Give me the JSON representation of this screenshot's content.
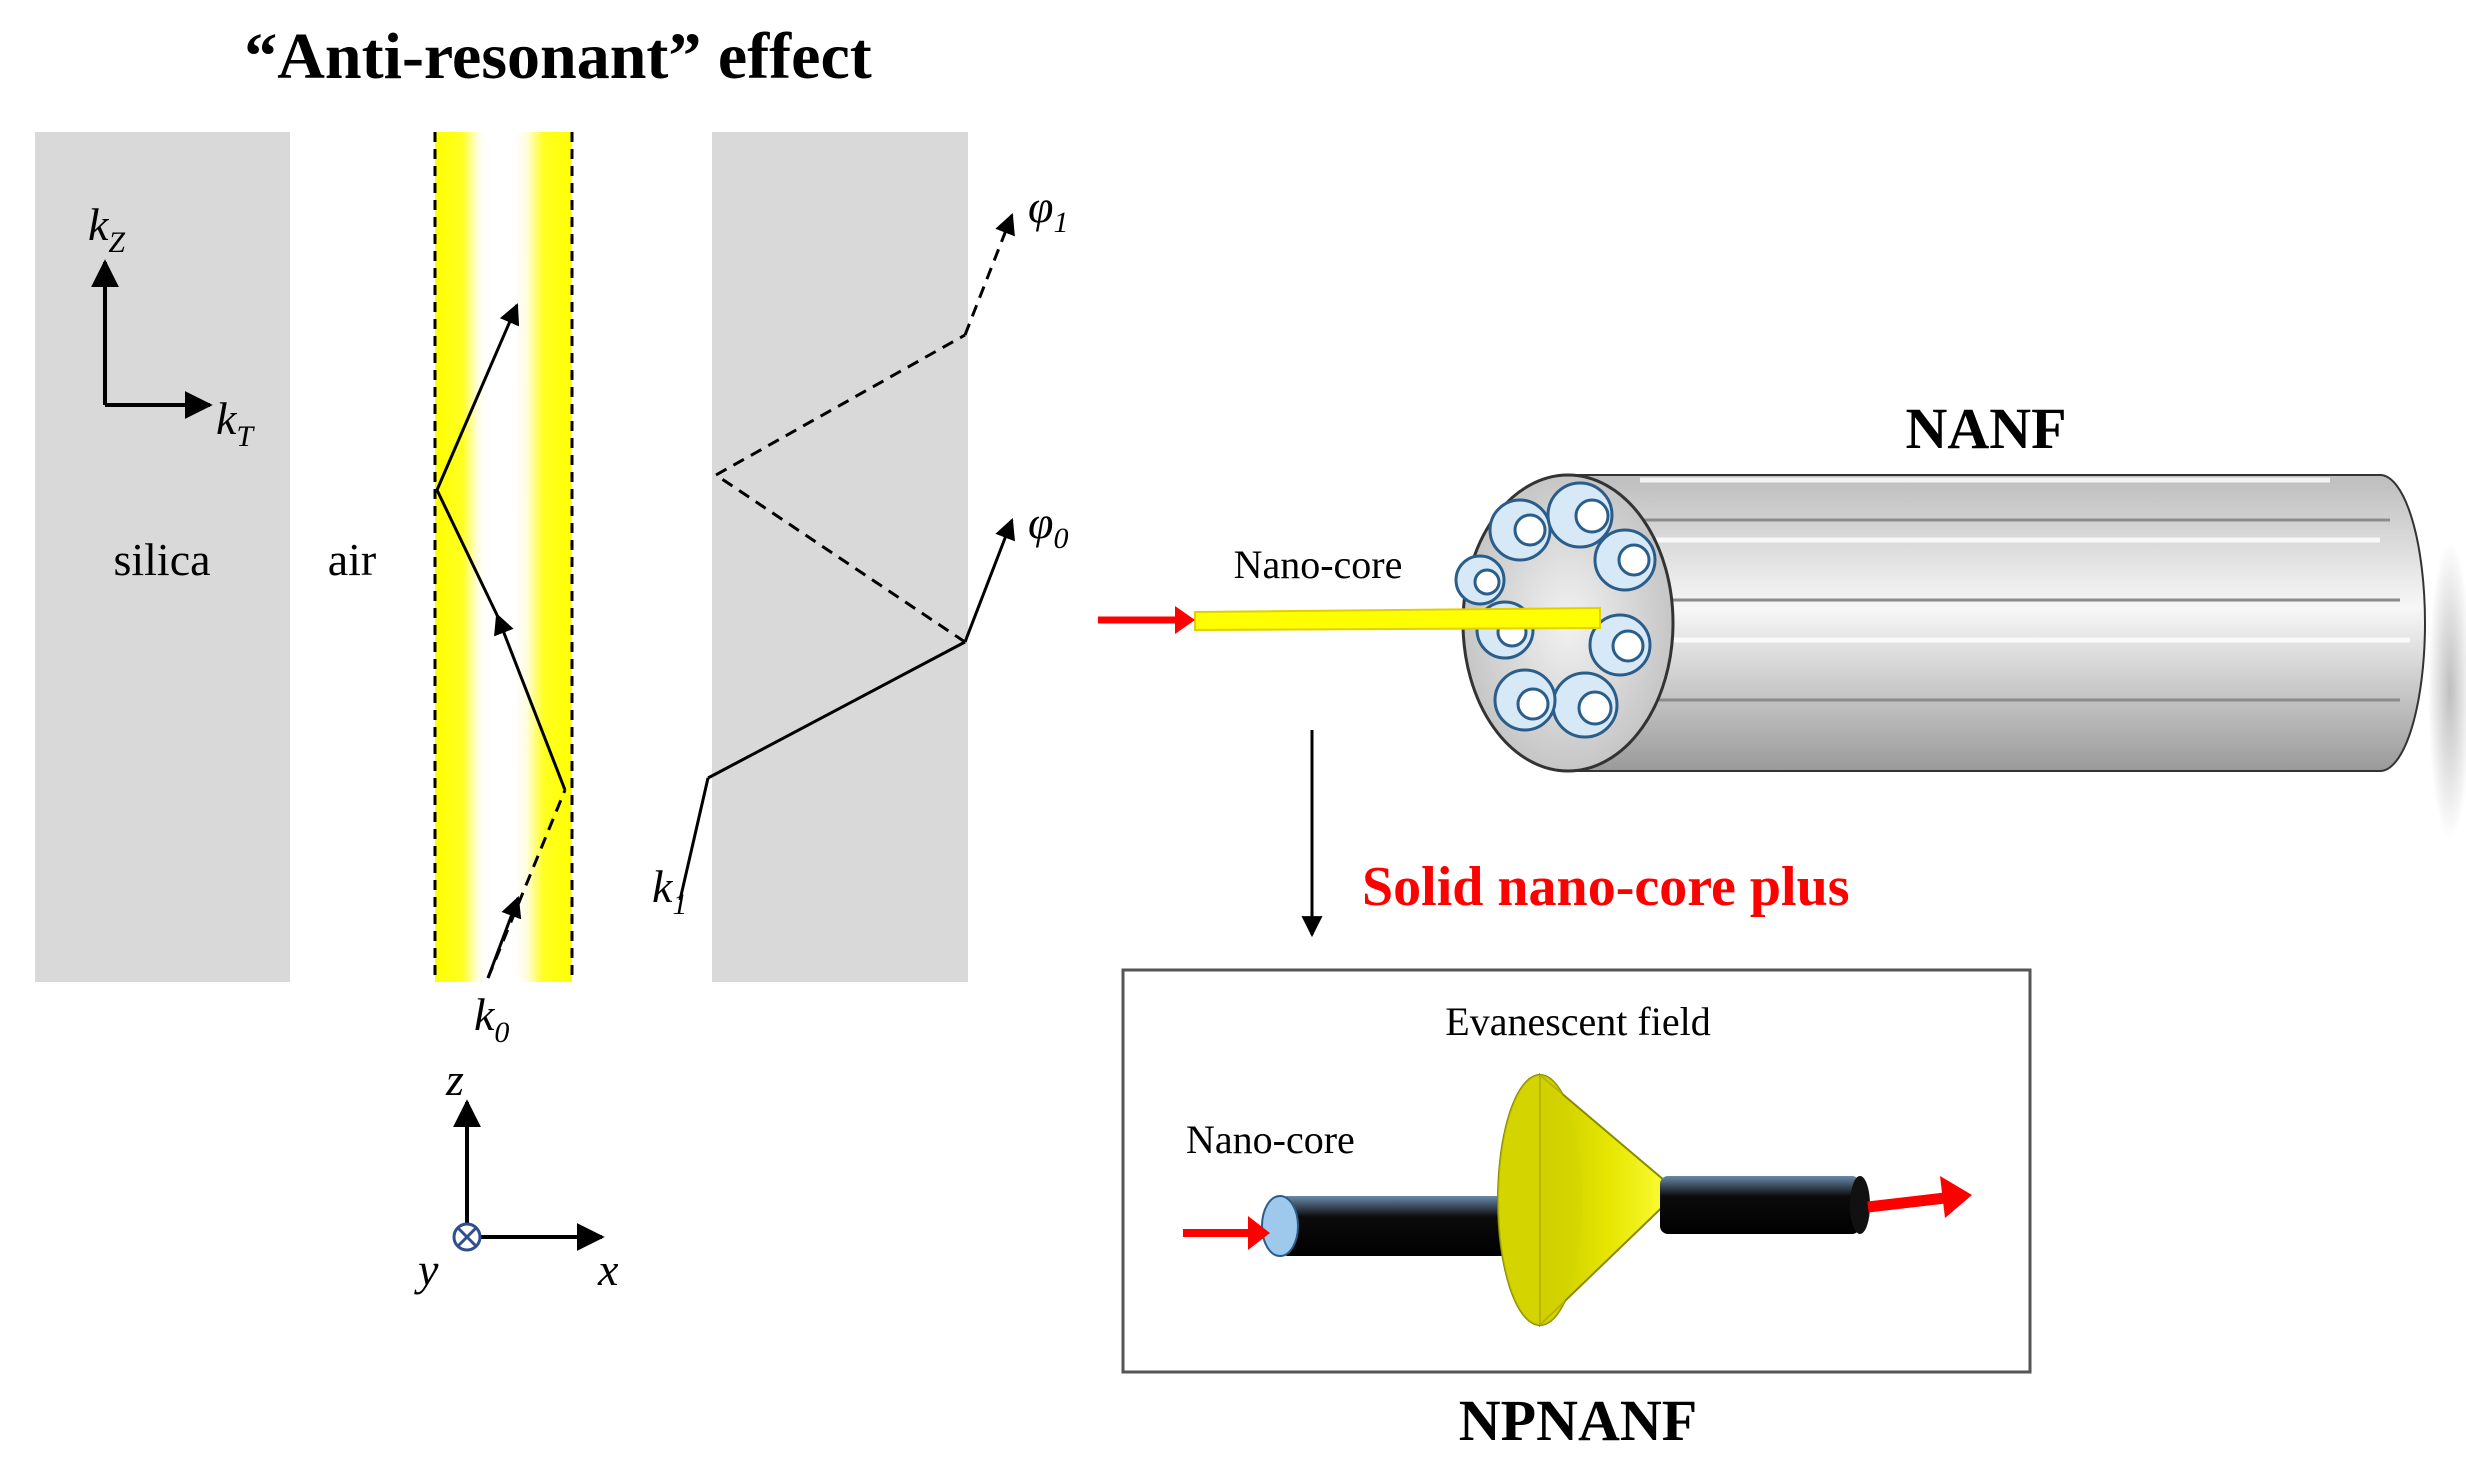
{
  "title": "“Anti-resonant” effect",
  "labels": {
    "silica": "silica",
    "air": "air",
    "nanf": "NANF",
    "nano_core_top": "Nano-core",
    "nano_core_inset": "Nano-core",
    "evanescent": "Evanescent field",
    "solid_plus": "Solid nano-core plus",
    "npnanf": "NPNANF"
  },
  "symbols": {
    "kz_base": "k",
    "kz_sub": "Z",
    "kt_base": "k",
    "kt_sub": "T",
    "k0_base": "k",
    "k0_sub": "0",
    "k1_base": "k",
    "k1_sub": "1",
    "phi0_base": "φ",
    "phi0_sub": "0",
    "phi1_base": "φ",
    "phi1_sub": "1",
    "axis_z": "z",
    "axis_x": "x",
    "axis_y": "y"
  },
  "colors": {
    "silica_gray": "#d9d9d9",
    "yellow": "#ffff00",
    "red_arrow": "#ff0000",
    "core_blue": "#9ec9ec",
    "cone_yellow": "#e5e600"
  }
}
